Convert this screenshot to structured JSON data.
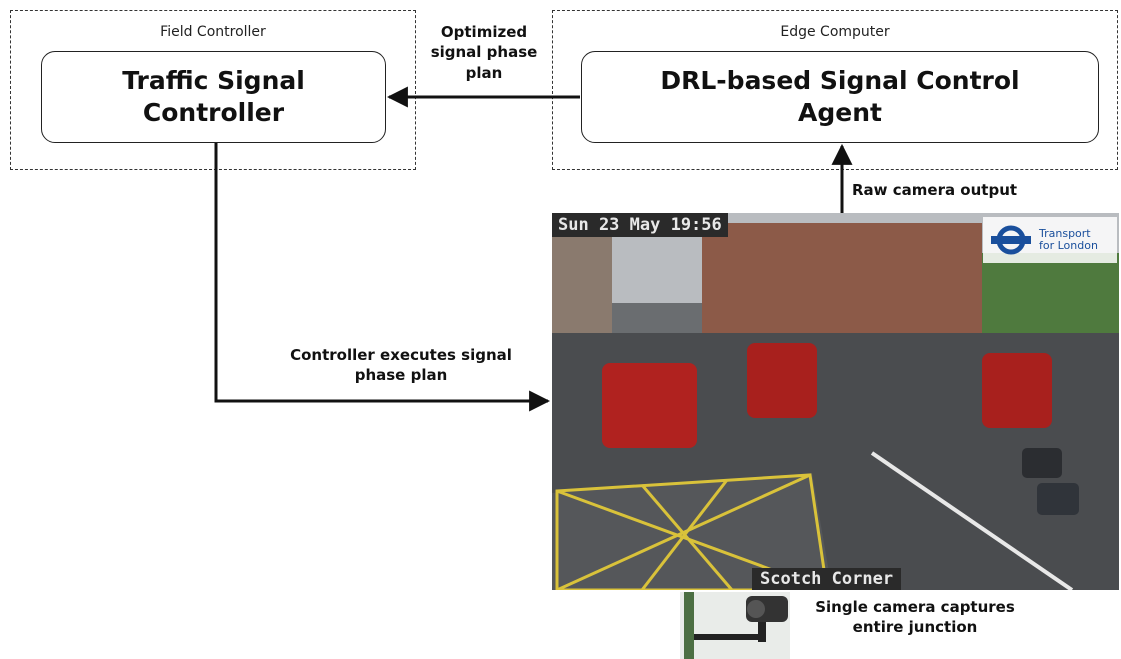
{
  "groups": {
    "field": {
      "title": "Field Controller"
    },
    "edge": {
      "title": "Edge Computer"
    }
  },
  "nodes": {
    "controller": {
      "line1": "Traffic Signal",
      "line2": "Controller"
    },
    "agent": {
      "line1": "DRL-based Signal Control",
      "line2": "Agent"
    }
  },
  "edges": {
    "plan": {
      "line1": "Optimized",
      "line2": "signal phase",
      "line3": "plan"
    },
    "raw": {
      "label": "Raw camera output"
    },
    "exec": {
      "line1": "Controller executes signal",
      "line2": "phase plan"
    }
  },
  "feed": {
    "timestamp": "Sun 23 May 19:56",
    "location": "Scotch Corner",
    "logo_line1": "Transport",
    "logo_line2": "for London"
  },
  "camera": {
    "line1": "Single camera captures",
    "line2": "entire junction"
  }
}
